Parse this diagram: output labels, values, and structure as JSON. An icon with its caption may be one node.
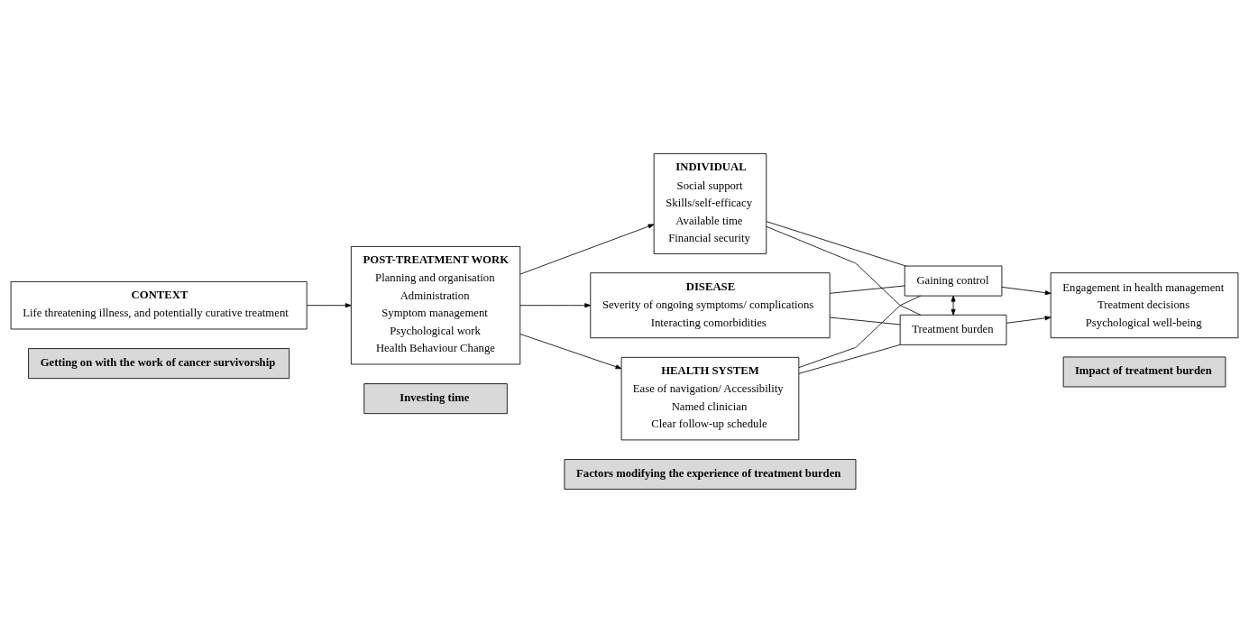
{
  "diagram": {
    "nodes": [
      {
        "text": [
          "Getting on with the work of cancer survivorship"
        ]
      },
      {
        "text": [
          "Investing time"
        ]
      },
      {
        "text": [
          "Factors modifying the experience of treatment burden"
        ]
      },
      {
        "text": [
          "Impact of treatment burden"
        ]
      },
      {
        "text": [
          "CONTEXT",
          "Life threatening illness, and potentially curative treatment"
        ]
      },
      {
        "text": [
          "POST-TREATMENT WORK",
          "Planning and organisation",
          "Administration",
          "Symptom management",
          "Psychological work",
          "Health Behaviour Change"
        ]
      },
      {
        "text": [
          "INDIVIDUAL",
          "Social support",
          "Skills/self-efficacy",
          "Available time",
          "Financial security"
        ]
      },
      {
        "text": [
          "DISEASE",
          "Severity of ongoing symptoms/ complications",
          "Interacting comorbidities"
        ]
      },
      {
        "text": [
          "HEALTH SYSTEM",
          "Ease of navigation/ Accessibility",
          "Named clinician",
          "Clear follow-up schedule"
        ]
      },
      {
        "text": [
          "Gaining control"
        ]
      },
      {
        "text": [
          "Treatment burden"
        ]
      },
      {
        "text": [
          "Engagement in health management",
          "Treatment decisions",
          "Psychological well-being"
        ]
      }
    ],
    "edges": [
      {
        "from": 4,
        "to": 5,
        "arrow": "to"
      },
      {
        "from": 5,
        "to": 6,
        "arrow": "to"
      },
      {
        "from": 5,
        "to": 7,
        "arrow": "to"
      },
      {
        "from": 5,
        "to": 8,
        "arrow": "to"
      },
      {
        "from": 6,
        "to": 9,
        "arrow": "none"
      },
      {
        "from": 6,
        "to": 10,
        "arrow": "none"
      },
      {
        "from": 7,
        "to": 9,
        "arrow": "none"
      },
      {
        "from": 7,
        "to": 10,
        "arrow": "none"
      },
      {
        "from": 8,
        "to": 9,
        "arrow": "none"
      },
      {
        "from": 8,
        "to": 10,
        "arrow": "none"
      },
      {
        "from": 9,
        "to": 10,
        "arrow": "both"
      },
      {
        "from": 9,
        "to": 11,
        "arrow": "to"
      },
      {
        "from": 10,
        "to": 11,
        "arrow": "to"
      }
    ]
  }
}
